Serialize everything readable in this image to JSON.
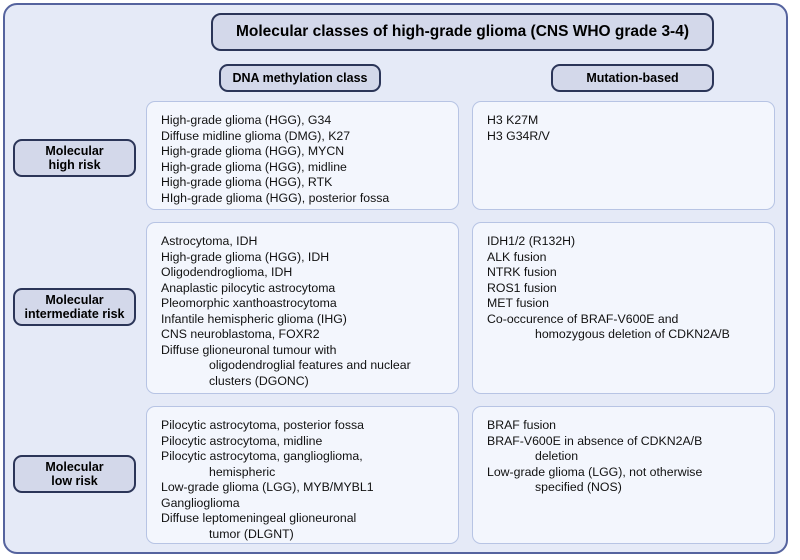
{
  "figure": {
    "title": "Molecular classes of high-grade glioma (CNS WHO grade 3-4)",
    "colors": {
      "frame_border": "#55639e",
      "frame_fill": "#e5eaf7",
      "pill_fill": "#d3d8ea",
      "pill_border": "#2b3558",
      "panel_fill": "#f3f6fd",
      "panel_border": "#b7c4e4",
      "text": "#111111"
    }
  },
  "columns": {
    "dna": "DNA methylation class",
    "mutation": "Mutation-based"
  },
  "rows": [
    {
      "risk_label_line1": "Molecular",
      "risk_label_line2": "high risk",
      "dna_items": [
        {
          "text": "High-grade glioma (HGG), G34",
          "indent": false
        },
        {
          "text": "Diffuse midline glioma (DMG), K27",
          "indent": false
        },
        {
          "text": "High-grade glioma (HGG), MYCN",
          "indent": false
        },
        {
          "text": "High-grade glioma (HGG), midline",
          "indent": false
        },
        {
          "text": "High-grade glioma (HGG), RTK",
          "indent": false
        },
        {
          "text": "HIgh-grade glioma (HGG), posterior fossa",
          "indent": false
        }
      ],
      "mutation_items": [
        {
          "text": "H3 K27M",
          "indent": false
        },
        {
          "text": "H3 G34R/V",
          "indent": false
        }
      ]
    },
    {
      "risk_label_line1": "Molecular",
      "risk_label_line2": "intermediate risk",
      "dna_items": [
        {
          "text": "Astrocytoma, IDH",
          "indent": false
        },
        {
          "text": "High-grade glioma (HGG), IDH",
          "indent": false
        },
        {
          "text": "Oligodendroglioma, IDH",
          "indent": false
        },
        {
          "text": "Anaplastic pilocytic astrocytoma",
          "indent": false
        },
        {
          "text": "Pleomorphic xanthoastrocytoma",
          "indent": false
        },
        {
          "text": "Infantile hemispheric glioma (IHG)",
          "indent": false
        },
        {
          "text": "CNS neuroblastoma, FOXR2",
          "indent": false
        },
        {
          "text": "Diffuse glioneuronal tumour with",
          "indent": false
        },
        {
          "text": "oligodendroglial features and nuclear",
          "indent": true
        },
        {
          "text": "clusters (DGONC)",
          "indent": true
        }
      ],
      "mutation_items": [
        {
          "text": "IDH1/2 (R132H)",
          "indent": false
        },
        {
          "text": "ALK fusion",
          "indent": false
        },
        {
          "text": "NTRK fusion",
          "indent": false
        },
        {
          "text": "ROS1 fusion",
          "indent": false
        },
        {
          "text": "MET fusion",
          "indent": false
        },
        {
          "text": "Co-occurence of BRAF-V600E and",
          "indent": false
        },
        {
          "text": "homozygous deletion of CDKN2A/B",
          "indent": true
        }
      ]
    },
    {
      "risk_label_line1": "Molecular",
      "risk_label_line2": "low risk",
      "dna_items": [
        {
          "text": "Pilocytic astrocytoma, posterior fossa",
          "indent": false
        },
        {
          "text": "Pilocytic astrocytoma, midline",
          "indent": false
        },
        {
          "text": "Pilocytic astrocytoma, ganglioglioma,",
          "indent": false
        },
        {
          "text": "hemispheric",
          "indent": true
        },
        {
          "text": "Low-grade glioma (LGG), MYB/MYBL1",
          "indent": false
        },
        {
          "text": "Ganglioglioma",
          "indent": false
        },
        {
          "text": "Diffuse leptomeningeal glioneuronal",
          "indent": false
        },
        {
          "text": "tumor (DLGNT)",
          "indent": true
        }
      ],
      "mutation_items": [
        {
          "text": "BRAF fusion",
          "indent": false
        },
        {
          "text": "BRAF-V600E in absence of CDKN2A/B",
          "indent": false
        },
        {
          "text": "deletion",
          "indent": true
        },
        {
          "text": "Low-grade glioma (LGG), not otherwise",
          "indent": false
        },
        {
          "text": "specified (NOS)",
          "indent": true
        }
      ]
    }
  ]
}
